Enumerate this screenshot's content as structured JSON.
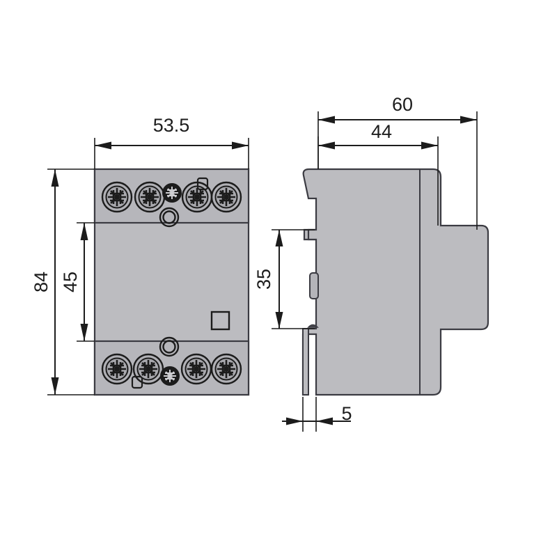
{
  "drawing": {
    "title": "Modular contactor dimensional drawing",
    "background_color": "#ffffff",
    "body_color": "#bcbcc0",
    "line_color": "#1c1c1c",
    "outline_color": "#3b3b42",
    "units": "mm"
  },
  "front_view": {
    "name": "front-view",
    "dimensions": {
      "width": {
        "label": "53.5",
        "value": 53.5,
        "orientation": "horizontal",
        "position": "top"
      },
      "height_total": {
        "label": "84",
        "value": 84,
        "orientation": "vertical",
        "position": "left-outer"
      },
      "height_body": {
        "label": "45",
        "value": 45,
        "orientation": "vertical",
        "position": "left-inner"
      }
    },
    "features": {
      "top_terminals": [
        "screw-terminal",
        "screw-terminal",
        "small-dark-screw",
        "screw-terminal",
        "screw-terminal"
      ],
      "bottom_terminals": [
        "screw-terminal",
        "screw-terminal",
        "small-dark-screw",
        "screw-terminal",
        "screw-terminal"
      ],
      "top_indicator_ring": "open-ring",
      "bottom_indicator_ring": "open-ring",
      "top_marker": "small-square",
      "bottom_marker": "small-square",
      "center_marker": "square-outline"
    }
  },
  "side_view": {
    "name": "side-view",
    "dimensions": {
      "depth_total": {
        "label": "60",
        "value": 60,
        "orientation": "horizontal",
        "position": "top-outer"
      },
      "depth_body": {
        "label": "44",
        "value": 44,
        "orientation": "horizontal",
        "position": "top-inner"
      },
      "mount_height": {
        "label": "35",
        "value": 35,
        "orientation": "vertical",
        "position": "left"
      },
      "clip_offset": {
        "label": "5",
        "value": 5,
        "orientation": "horizontal",
        "position": "bottom"
      }
    },
    "features": {
      "din_rail_clip": "rail-clip",
      "latch_slot": "latch-slot",
      "body_seam": "vertical-seam",
      "rear_step": "stepped-rear-profile"
    }
  }
}
